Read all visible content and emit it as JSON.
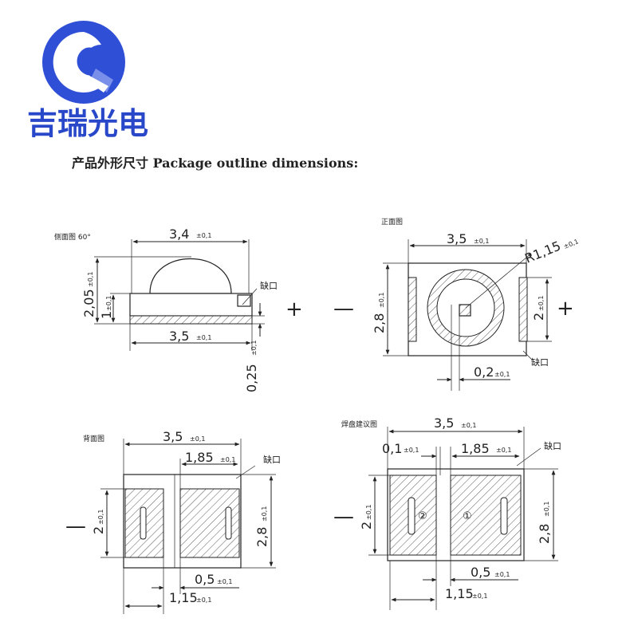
{
  "brand": {
    "name": "吉瑞光电",
    "logo_icon": "jirui-logo-icon",
    "color": "#2847c9"
  },
  "title": "产品外形尺寸 Package outline dimensions:",
  "views": {
    "side": {
      "label": "侧面图 60°",
      "dim_top": "3,4",
      "dim_top_tol": "±0,1",
      "dim_bottom": "3,5",
      "dim_bottom_tol": "±0,1",
      "dim_height": "2,05",
      "dim_height_tol": "±0,1",
      "dim_base": "1",
      "dim_base_tol": "±0,1",
      "dim_lead": "0,25",
      "dim_lead_tol": "±0,1",
      "notch": "缺口",
      "plus": "+"
    },
    "front": {
      "label": "正面图",
      "minus": "—",
      "plus": "+",
      "dim_width": "3,5",
      "dim_width_tol": "±0,1",
      "dim_height": "2,8",
      "dim_height_tol": "±0,1",
      "dim_radius": "R1,15",
      "dim_radius_tol": "±0,1",
      "dim_pad": "2",
      "dim_pad_tol": "±0,1",
      "dim_chip": "0,2",
      "dim_chip_tol": "±0,1",
      "notch": "缺口"
    },
    "back": {
      "label": "背面图",
      "minus": "—",
      "dim_width": "3,5",
      "dim_width_tol": "±0,1",
      "dim_pad_w": "1,85",
      "dim_pad_w_tol": "±0,1",
      "dim_height": "2,8",
      "dim_height_tol": "±0,1",
      "dim_pad_h": "2",
      "dim_pad_h_tol": "±0,1",
      "dim_gap": "0,5",
      "dim_gap_tol": "±0,1",
      "dim_small": "1,15",
      "dim_small_tol": "±0,1",
      "notch": "缺口"
    },
    "pad": {
      "label": "焊盘建议图",
      "minus": "—",
      "dim_width": "3,5",
      "dim_width_tol": "±0,1",
      "dim_edge": "0,1",
      "dim_edge_tol": "±0,1",
      "dim_pad_w": "1,85",
      "dim_pad_w_tol": "±0,1",
      "dim_height": "2,8",
      "dim_height_tol": "±0,1",
      "dim_pad_h": "2",
      "dim_pad_h_tol": "±0,1",
      "dim_gap": "0,5",
      "dim_gap_tol": "±0,1",
      "dim_small": "1,15",
      "dim_small_tol": "±0,1",
      "pin2": "②",
      "pin1": "①",
      "notch": "缺口"
    }
  }
}
